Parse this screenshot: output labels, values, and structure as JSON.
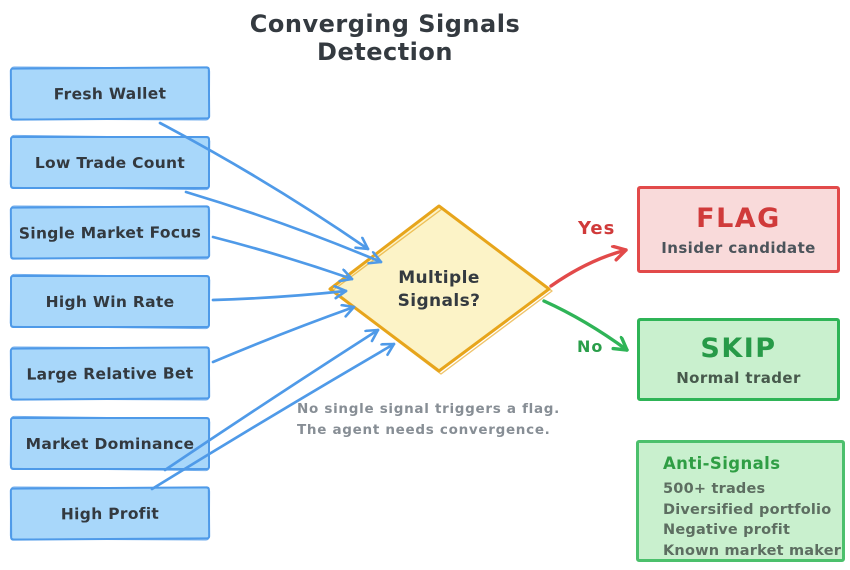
{
  "title": "Converging Signals Detection",
  "signals": [
    {
      "label": "Fresh Wallet"
    },
    {
      "label": "Low Trade Count"
    },
    {
      "label": "Single Market Focus"
    },
    {
      "label": "High Win Rate"
    },
    {
      "label": "Large Relative Bet"
    },
    {
      "label": "Market Dominance"
    },
    {
      "label": "High Profit"
    }
  ],
  "decision": {
    "line1": "Multiple",
    "line2": "Signals?"
  },
  "branches": {
    "yes": {
      "label": "Yes",
      "title": "FLAG",
      "subtitle": "Insider candidate"
    },
    "no": {
      "label": "No",
      "title": "SKIP",
      "subtitle": "Normal trader"
    }
  },
  "note": {
    "line1": "No single signal triggers a flag.",
    "line2": "The agent needs convergence."
  },
  "anti_signals": {
    "title": "Anti-Signals",
    "items": [
      "500+ trades",
      "Diversified portfolio",
      "Negative profit",
      "Known market maker"
    ]
  },
  "colors": {
    "signal_fill": "#a8d7fa",
    "signal_stroke": "#4f9ae8",
    "decision_fill": "#fcf3c7",
    "decision_stroke": "#e7a51c",
    "flag_fill": "#f9dada",
    "flag_stroke": "#e24a4a",
    "flag_text": "#d03a3a",
    "skip_fill": "#c9f0ce",
    "skip_stroke": "#2fb457",
    "skip_text": "#279a48",
    "anti_stroke": "#4cc06c",
    "anti_title_text": "#2f9e44",
    "note_text": "#878e95",
    "dark_text": "#343a40"
  }
}
